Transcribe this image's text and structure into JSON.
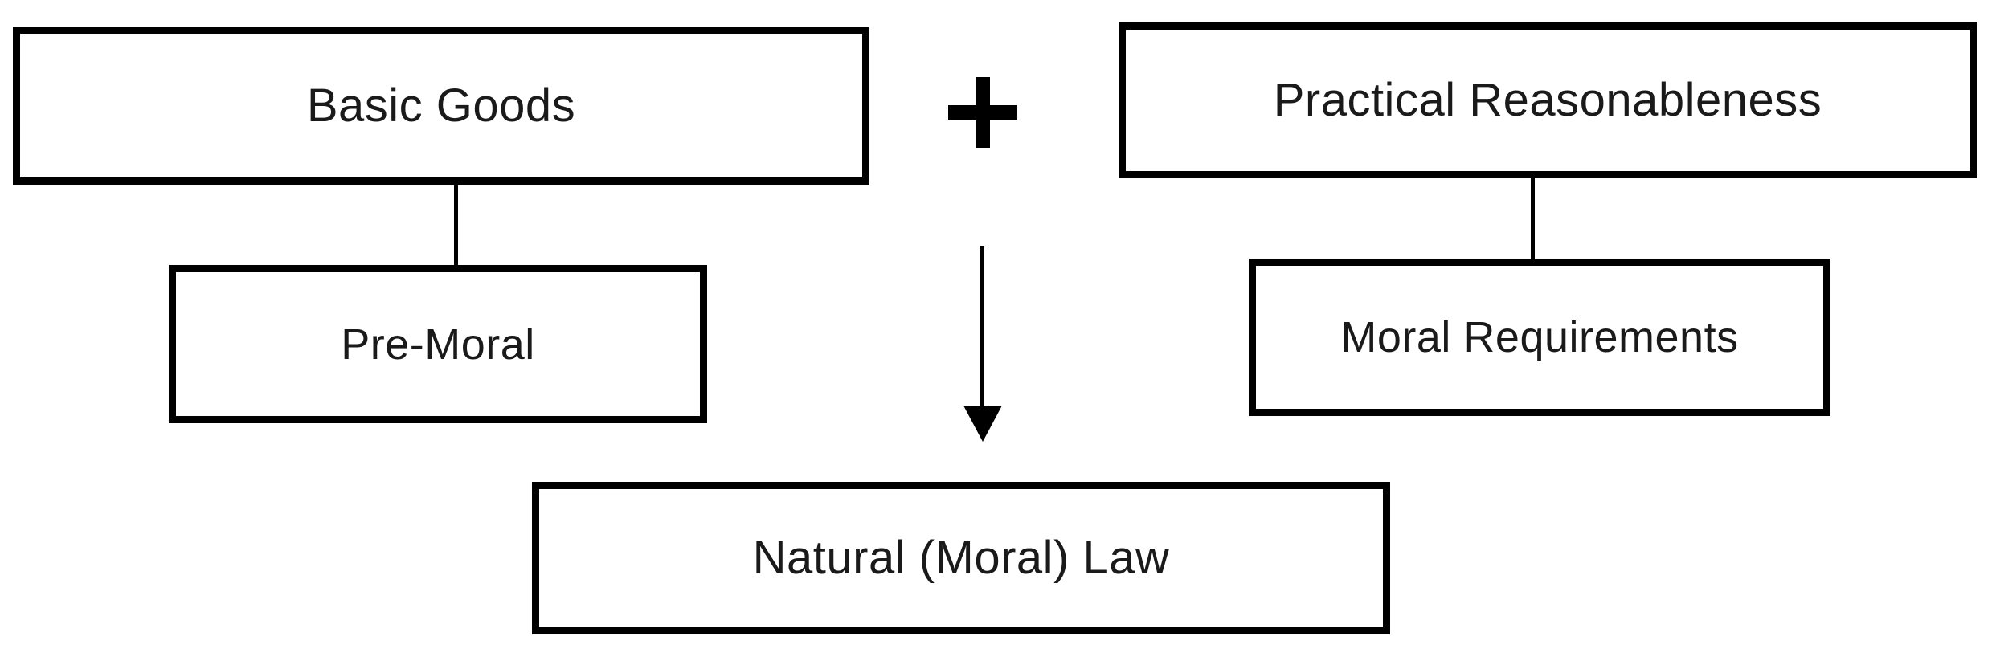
{
  "diagram": {
    "title": "Natural (Moral) Law derivation diagram",
    "background_color": "#ffffff",
    "stroke_color": "#000000",
    "text_color": "#1a1a1a",
    "nodes": [
      {
        "id": "basic-goods",
        "label": "Basic Goods"
      },
      {
        "id": "practical-reasonableness",
        "label": "Practical Reasonableness"
      },
      {
        "id": "pre-moral",
        "label": "Pre-Moral"
      },
      {
        "id": "moral-requirements",
        "label": "Moral Requirements"
      },
      {
        "id": "natural-moral-law",
        "label": "Natural (Moral) Law"
      }
    ],
    "operators": [
      {
        "id": "plus",
        "symbol": "+",
        "name": "plus-operator"
      }
    ],
    "connectors": [
      {
        "id": "basic-to-premoral",
        "from": "basic-goods",
        "to": "pre-moral",
        "style": "line"
      },
      {
        "id": "practical-to-moral",
        "from": "practical-reasonableness",
        "to": "moral-requirements",
        "style": "line"
      },
      {
        "id": "combined-to-law",
        "from": "plus",
        "to": "natural-moral-law",
        "style": "arrow"
      }
    ]
  }
}
